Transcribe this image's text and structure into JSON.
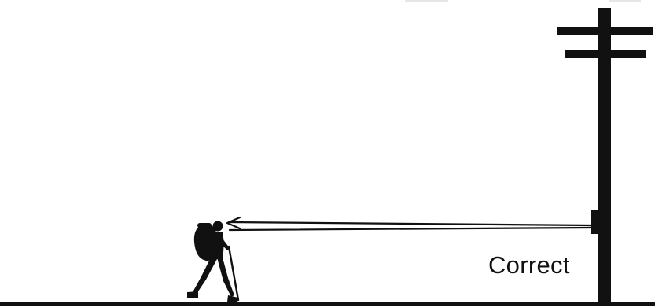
{
  "caption": "Correct",
  "colors": {
    "ink": "#111111",
    "background": "#ffffff"
  },
  "figures": {
    "hiker": "hiker-silhouette",
    "pole": "utility-pole",
    "arrow": "sight-line-arrow"
  }
}
